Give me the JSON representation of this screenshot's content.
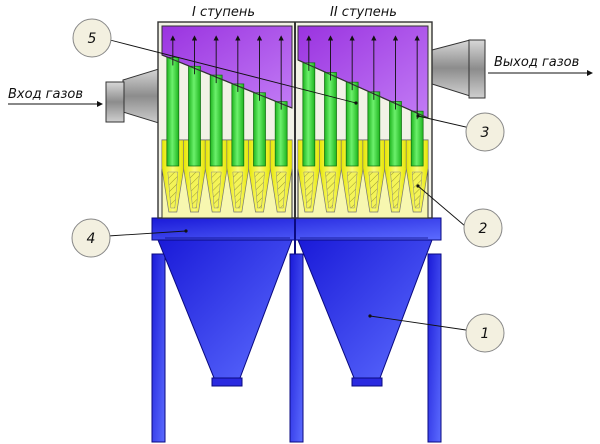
{
  "stages": {
    "first": "I ступень",
    "second": "II ступень"
  },
  "flow": {
    "inlet": "Вход газов",
    "outlet": "Выход газов"
  },
  "callouts": [
    "1",
    "2",
    "3",
    "4",
    "5"
  ],
  "colors": {
    "hopper": "#2a2ae0",
    "plenum": "#a040e8",
    "tube": "#22d022",
    "cone": "#f0f018",
    "duct": "#9a9a9a",
    "callout_fill": "#f3f0e0"
  }
}
